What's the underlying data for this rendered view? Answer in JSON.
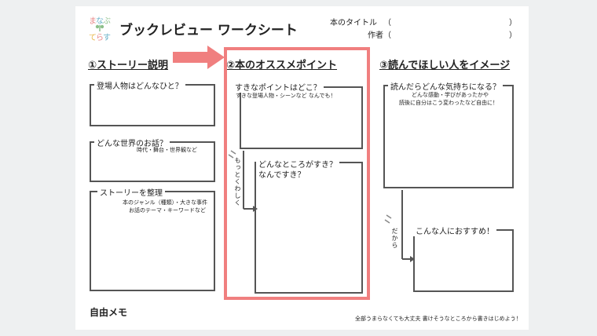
{
  "logo": {
    "text": "まなぶてらす",
    "colors": [
      "#e98a8a",
      "#6bb3c9",
      "#8cc08a",
      "#e8b84b"
    ]
  },
  "header": {
    "title": "ブックレビュー ワークシート",
    "book_title_label": "本のタイトル",
    "author_label": "作者",
    "open_paren": "（",
    "close_paren": "）"
  },
  "sections": {
    "s1": "①ストーリー説明",
    "s2": "②本のオススメポイント",
    "s3": "③読んでほしい人をイメージ"
  },
  "boxes": {
    "characters": {
      "label": "登場人物はどんなひと？"
    },
    "world": {
      "label": "どんな世界のお話？",
      "hint": "時代・舞台・世界観など"
    },
    "story": {
      "label": "ストーリーを整理",
      "hint1": "本のジャンル（種類）・大きな事件",
      "hint2": "お話のテーマ・キーワードなど"
    },
    "favorite_point": {
      "label": "すきなポイントはどこ？",
      "hint": "すきな登場人物・シーンなど なんでも！"
    },
    "why_like": {
      "label1": "どんなところがすき？",
      "label2": "なんですき？"
    },
    "feelings": {
      "label": "読んだらどんな気持ちになる？",
      "hint1": "どんな感動・学びがあったかや",
      "hint2": "読後に自分はこう変わったなど自由に！"
    },
    "recommend": {
      "label": "こんな人におすすめ！"
    }
  },
  "connectors": {
    "more_detail": "もっとくわしく",
    "therefore": "だから"
  },
  "footer": {
    "memo": "自由メモ",
    "note": "全部うまらなくても大丈夫 書けそうなところから書きはじめよう！"
  },
  "colors": {
    "highlight": "#f07f7f",
    "border": "#555555",
    "background": "#eef0f1"
  }
}
